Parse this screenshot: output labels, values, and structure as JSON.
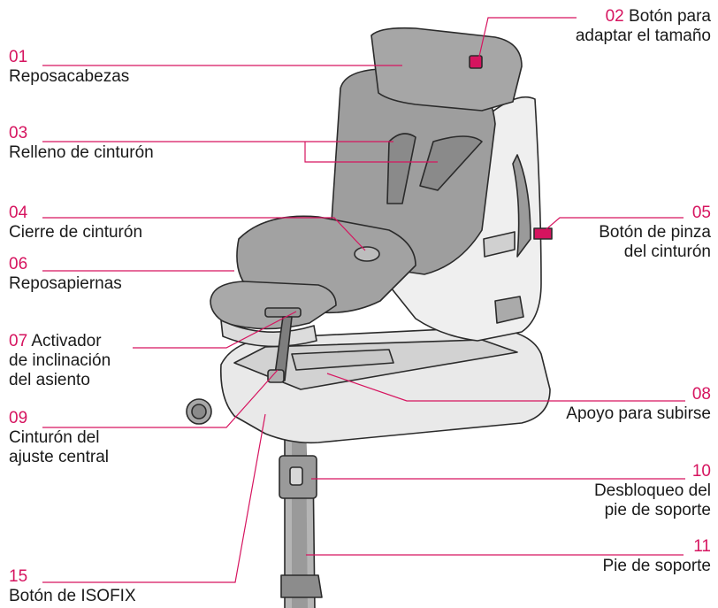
{
  "colors": {
    "accent": "#d6145f",
    "text": "#1a1a1a",
    "seat_fabric": "#9a9a9a",
    "seat_shell": "#eeeeee",
    "outline": "#2b2b2b"
  },
  "callouts": [
    {
      "num": "01",
      "lines": [
        "Reposacabezas"
      ]
    },
    {
      "num": "02",
      "lines": [
        "Botón para",
        "adaptar el tamaño"
      ]
    },
    {
      "num": "03",
      "lines": [
        "Relleno de cinturón"
      ]
    },
    {
      "num": "04",
      "lines": [
        "Cierre de cinturón"
      ]
    },
    {
      "num": "05",
      "lines": [
        "Botón de pinza",
        "del cinturón"
      ]
    },
    {
      "num": "06",
      "lines": [
        "Reposapiernas"
      ]
    },
    {
      "num": "07",
      "lines": [
        "Activador",
        "de inclinación",
        "del asiento"
      ]
    },
    {
      "num": "08",
      "lines": [
        "Apoyo para subirse"
      ]
    },
    {
      "num": "09",
      "lines": [
        "Cinturón del",
        "ajuste central"
      ]
    },
    {
      "num": "10",
      "lines": [
        "Desbloqueo del",
        "pie de soporte"
      ]
    },
    {
      "num": "11",
      "lines": [
        "Pie de soporte"
      ]
    },
    {
      "num": "15",
      "lines": [
        "Botón de ISOFIX"
      ]
    }
  ]
}
